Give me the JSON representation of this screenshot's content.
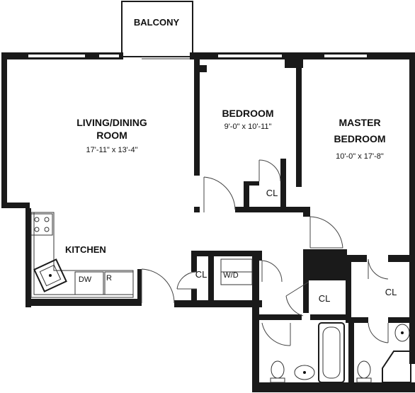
{
  "rooms": {
    "balcony": {
      "label": "BALCONY"
    },
    "living": {
      "label_line1": "LIVING/DINING",
      "label_line2": "ROOM",
      "dimensions": "17'-11\" x 13'-4\""
    },
    "bedroom": {
      "label": "BEDROOM",
      "dimensions": "9'-0\" x 10'-11\""
    },
    "master": {
      "label_line1": "MASTER",
      "label_line2": "BEDROOM",
      "dimensions": "10'-0\" x 17'-8\""
    },
    "kitchen": {
      "label": "KITCHEN"
    },
    "closets": {
      "bedroom_closet": "CL",
      "hall_closet": "CL",
      "center_closet": "CL",
      "master_closet": "CL"
    },
    "laundry": {
      "label": "W/D"
    },
    "appliances": {
      "dishwasher": "DW",
      "refrigerator": "R"
    }
  }
}
